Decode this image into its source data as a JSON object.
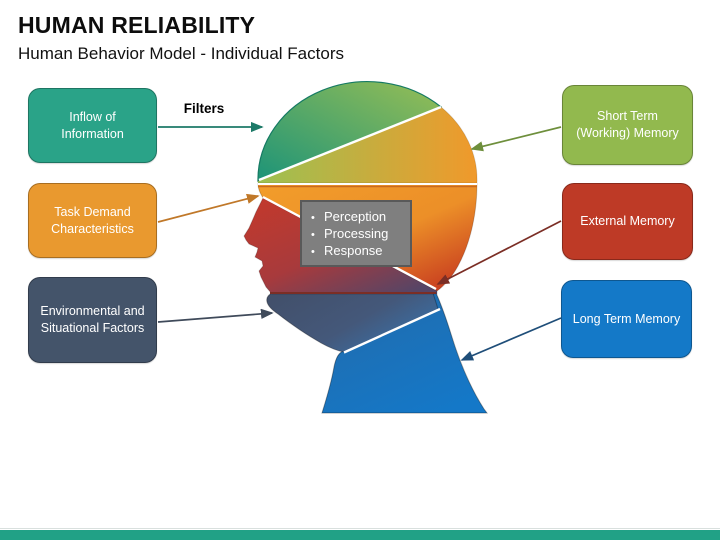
{
  "slide": {
    "title": "HUMAN RELIABILITY",
    "subtitle": "Human Behavior Model - Individual Factors",
    "accent_color": "#21A186"
  },
  "labels": {
    "filters": "Filters"
  },
  "left_boxes": [
    {
      "label": "Inflow of Information",
      "color": "#2AA388"
    },
    {
      "label": "Task Demand Characteristics",
      "color": "#E9992F"
    },
    {
      "label": "Environmental and Situational Factors",
      "color": "#44546A"
    }
  ],
  "right_boxes": [
    {
      "label": "Short Term (Working) Memory",
      "color": "#92B94E"
    },
    {
      "label": "External Memory",
      "color": "#BE3A26"
    },
    {
      "label": "Long Term Memory",
      "color": "#1479C8"
    }
  ],
  "center_list": {
    "bg": "#7F7F7F",
    "items": [
      "Perception",
      "Processing",
      "Response"
    ]
  },
  "head_palette": {
    "top_green": [
      "#1D9478",
      "#97BE55"
    ],
    "upper_band": [
      "#9CC152",
      "#F0992B"
    ],
    "orange_band": [
      "#F29D2B",
      "#C5371F"
    ],
    "face_red": [
      "#C4392B",
      "#564566"
    ],
    "jaw_band": [
      "#424F69",
      "#3A6FA5"
    ],
    "neck_blue": [
      "#3D5577",
      "#1478C8"
    ]
  },
  "connector_colors": {
    "filters": "#1D7A68",
    "task_demand": "#C07829",
    "environment": "#3F4A5A",
    "short_term": "#6E8F3C",
    "external": "#7B2E25",
    "long_term": "#1F4E79"
  }
}
